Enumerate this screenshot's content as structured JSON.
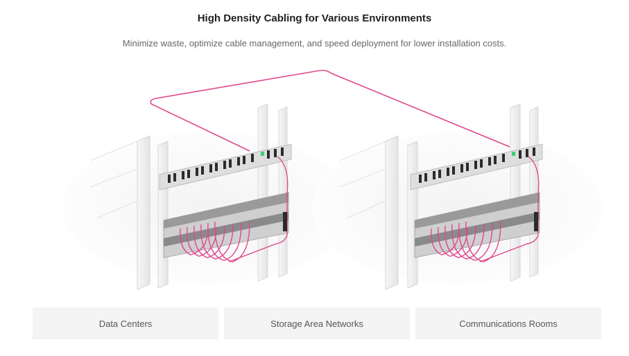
{
  "header": {
    "title": "High Density Cabling for Various Environments",
    "subtitle": "Minimize waste, optimize cable management, and speed deployment for lower installation costs."
  },
  "illustration": {
    "racks": [
      {
        "name": "rack-left"
      },
      {
        "name": "rack-right"
      }
    ],
    "colors": {
      "cable": "#e0478e",
      "rack": "#e9e9e9",
      "panel": "#d9d9d9",
      "port": "#2b2b2b",
      "led": "#3bd16f"
    }
  },
  "tabs": [
    {
      "label": "Data Centers"
    },
    {
      "label": "Storage Area Networks"
    },
    {
      "label": "Communications Rooms"
    }
  ]
}
